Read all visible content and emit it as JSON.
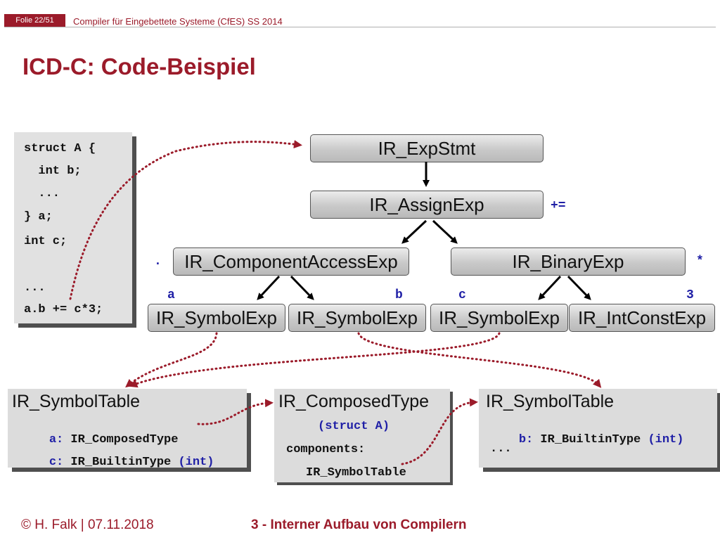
{
  "header": {
    "slide_tag": "Folie 22/51",
    "course": "Compiler für Eingebettete Systeme (CfES) SS 2014"
  },
  "title": "ICD-C: Code-Beispiel",
  "code_lines": [
    "struct A {",
    "  int b;",
    "  ...",
    "} a;",
    "int c;",
    "",
    "...",
    "a.b += c*3;"
  ],
  "tree": {
    "expstmt": "IR_ExpStmt",
    "assign": "IR_AssignExp",
    "assign_op": "+=",
    "component": "IR_ComponentAccessExp",
    "component_op": ".",
    "binary": "IR_BinaryExp",
    "binary_op": "*",
    "sym_a": "IR_SymbolExp",
    "sym_b": "IR_SymbolExp",
    "sym_c": "IR_SymbolExp",
    "intconst": "IR_IntConstExp",
    "label_a": "a",
    "label_b": "b",
    "label_c": "c",
    "label_3": "3"
  },
  "symtab1": {
    "title": "IR_SymbolTable",
    "a_key": "a:",
    "a_type": "IR_ComposedType",
    "c_key": "c:",
    "c_type": "IR_BuiltinType",
    "c_paren": "(int)"
  },
  "composed": {
    "title": "IR_ComposedType",
    "line1": "(struct A)",
    "line2": "components:",
    "line3": "IR_SymbolTable"
  },
  "symtab2": {
    "title": "IR_SymbolTable",
    "b_key": "b:",
    "b_type": "IR_BuiltinType",
    "b_paren": "(int)",
    "line2": "..."
  },
  "footer": {
    "author": "© H. Falk | 07.11.2018",
    "chapter": "3 - Interner Aufbau von Compilern"
  },
  "colors": {
    "accent": "#9b1b2a",
    "keyword_blue": "#1f1fa6"
  }
}
